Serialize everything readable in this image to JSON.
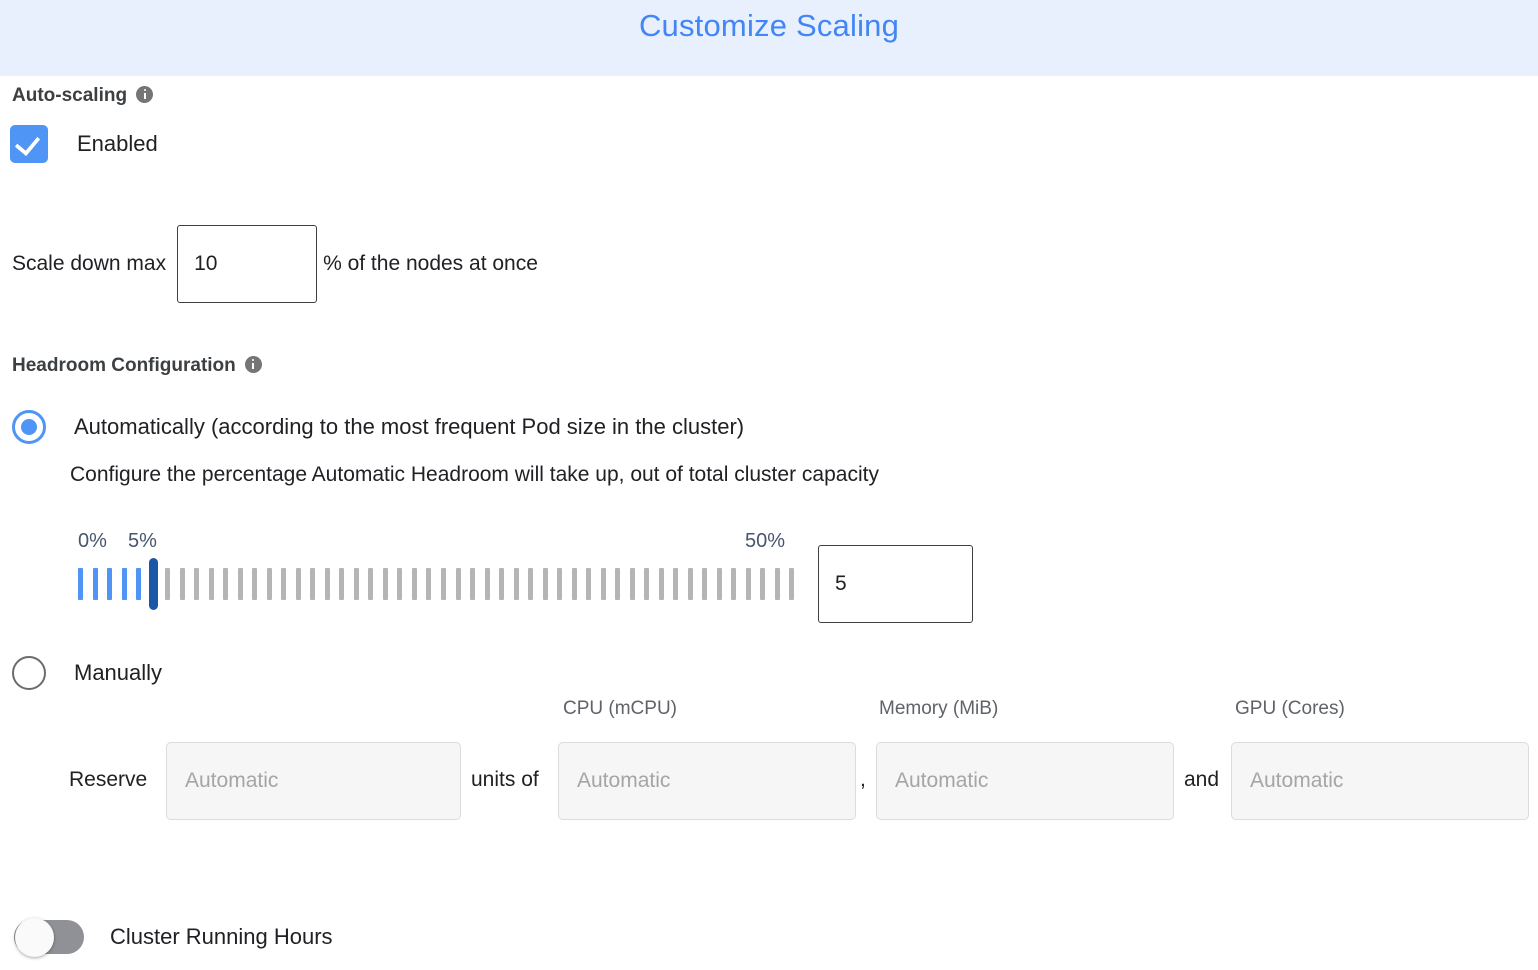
{
  "header": {
    "title": "Customize Scaling",
    "background_color": "#e8f0fe",
    "title_color": "#4285f4"
  },
  "auto_scaling": {
    "heading": "Auto-scaling",
    "info_icon": "info-icon",
    "enabled_checkbox": {
      "label": "Enabled",
      "checked": true,
      "color": "#4e95f5"
    },
    "scale_down": {
      "prefix_label": "Scale down max",
      "value": "10",
      "suffix_label": "% of the nodes at once"
    }
  },
  "headroom": {
    "heading": "Headroom Configuration",
    "info_icon": "info-icon",
    "options": [
      {
        "id": "automatic",
        "label": "Automatically (according to the most frequent Pod size in the cluster)",
        "selected": true,
        "description": "Configure the percentage Automatic Headroom will take up, out of total cluster capacity"
      },
      {
        "id": "manual",
        "label": "Manually",
        "selected": false
      }
    ],
    "slider": {
      "min_label": "0%",
      "max_label": "50%",
      "current_label": "5%",
      "min": 0,
      "max": 50,
      "value": 5,
      "tick_count": 50,
      "filled_color": "#4e95f5",
      "empty_color": "#b5b5b5",
      "thumb_color": "#1a56a8",
      "value_box": "5"
    },
    "manual_fields": {
      "reserve_label": "Reserve",
      "units_connector": "units of",
      "comma_connector": ",",
      "and_connector": "and",
      "columns": [
        {
          "header": "",
          "placeholder": "Automatic",
          "value": "",
          "name": "units"
        },
        {
          "header": "CPU (mCPU)",
          "placeholder": "Automatic",
          "value": "",
          "name": "cpu"
        },
        {
          "header": "Memory (MiB)",
          "placeholder": "Automatic",
          "value": "",
          "name": "memory"
        },
        {
          "header": "GPU (Cores)",
          "placeholder": "Automatic",
          "value": "",
          "name": "gpu"
        }
      ]
    }
  },
  "cluster_running_hours": {
    "label": "Cluster Running Hours",
    "enabled": false,
    "track_color": "#909196"
  }
}
